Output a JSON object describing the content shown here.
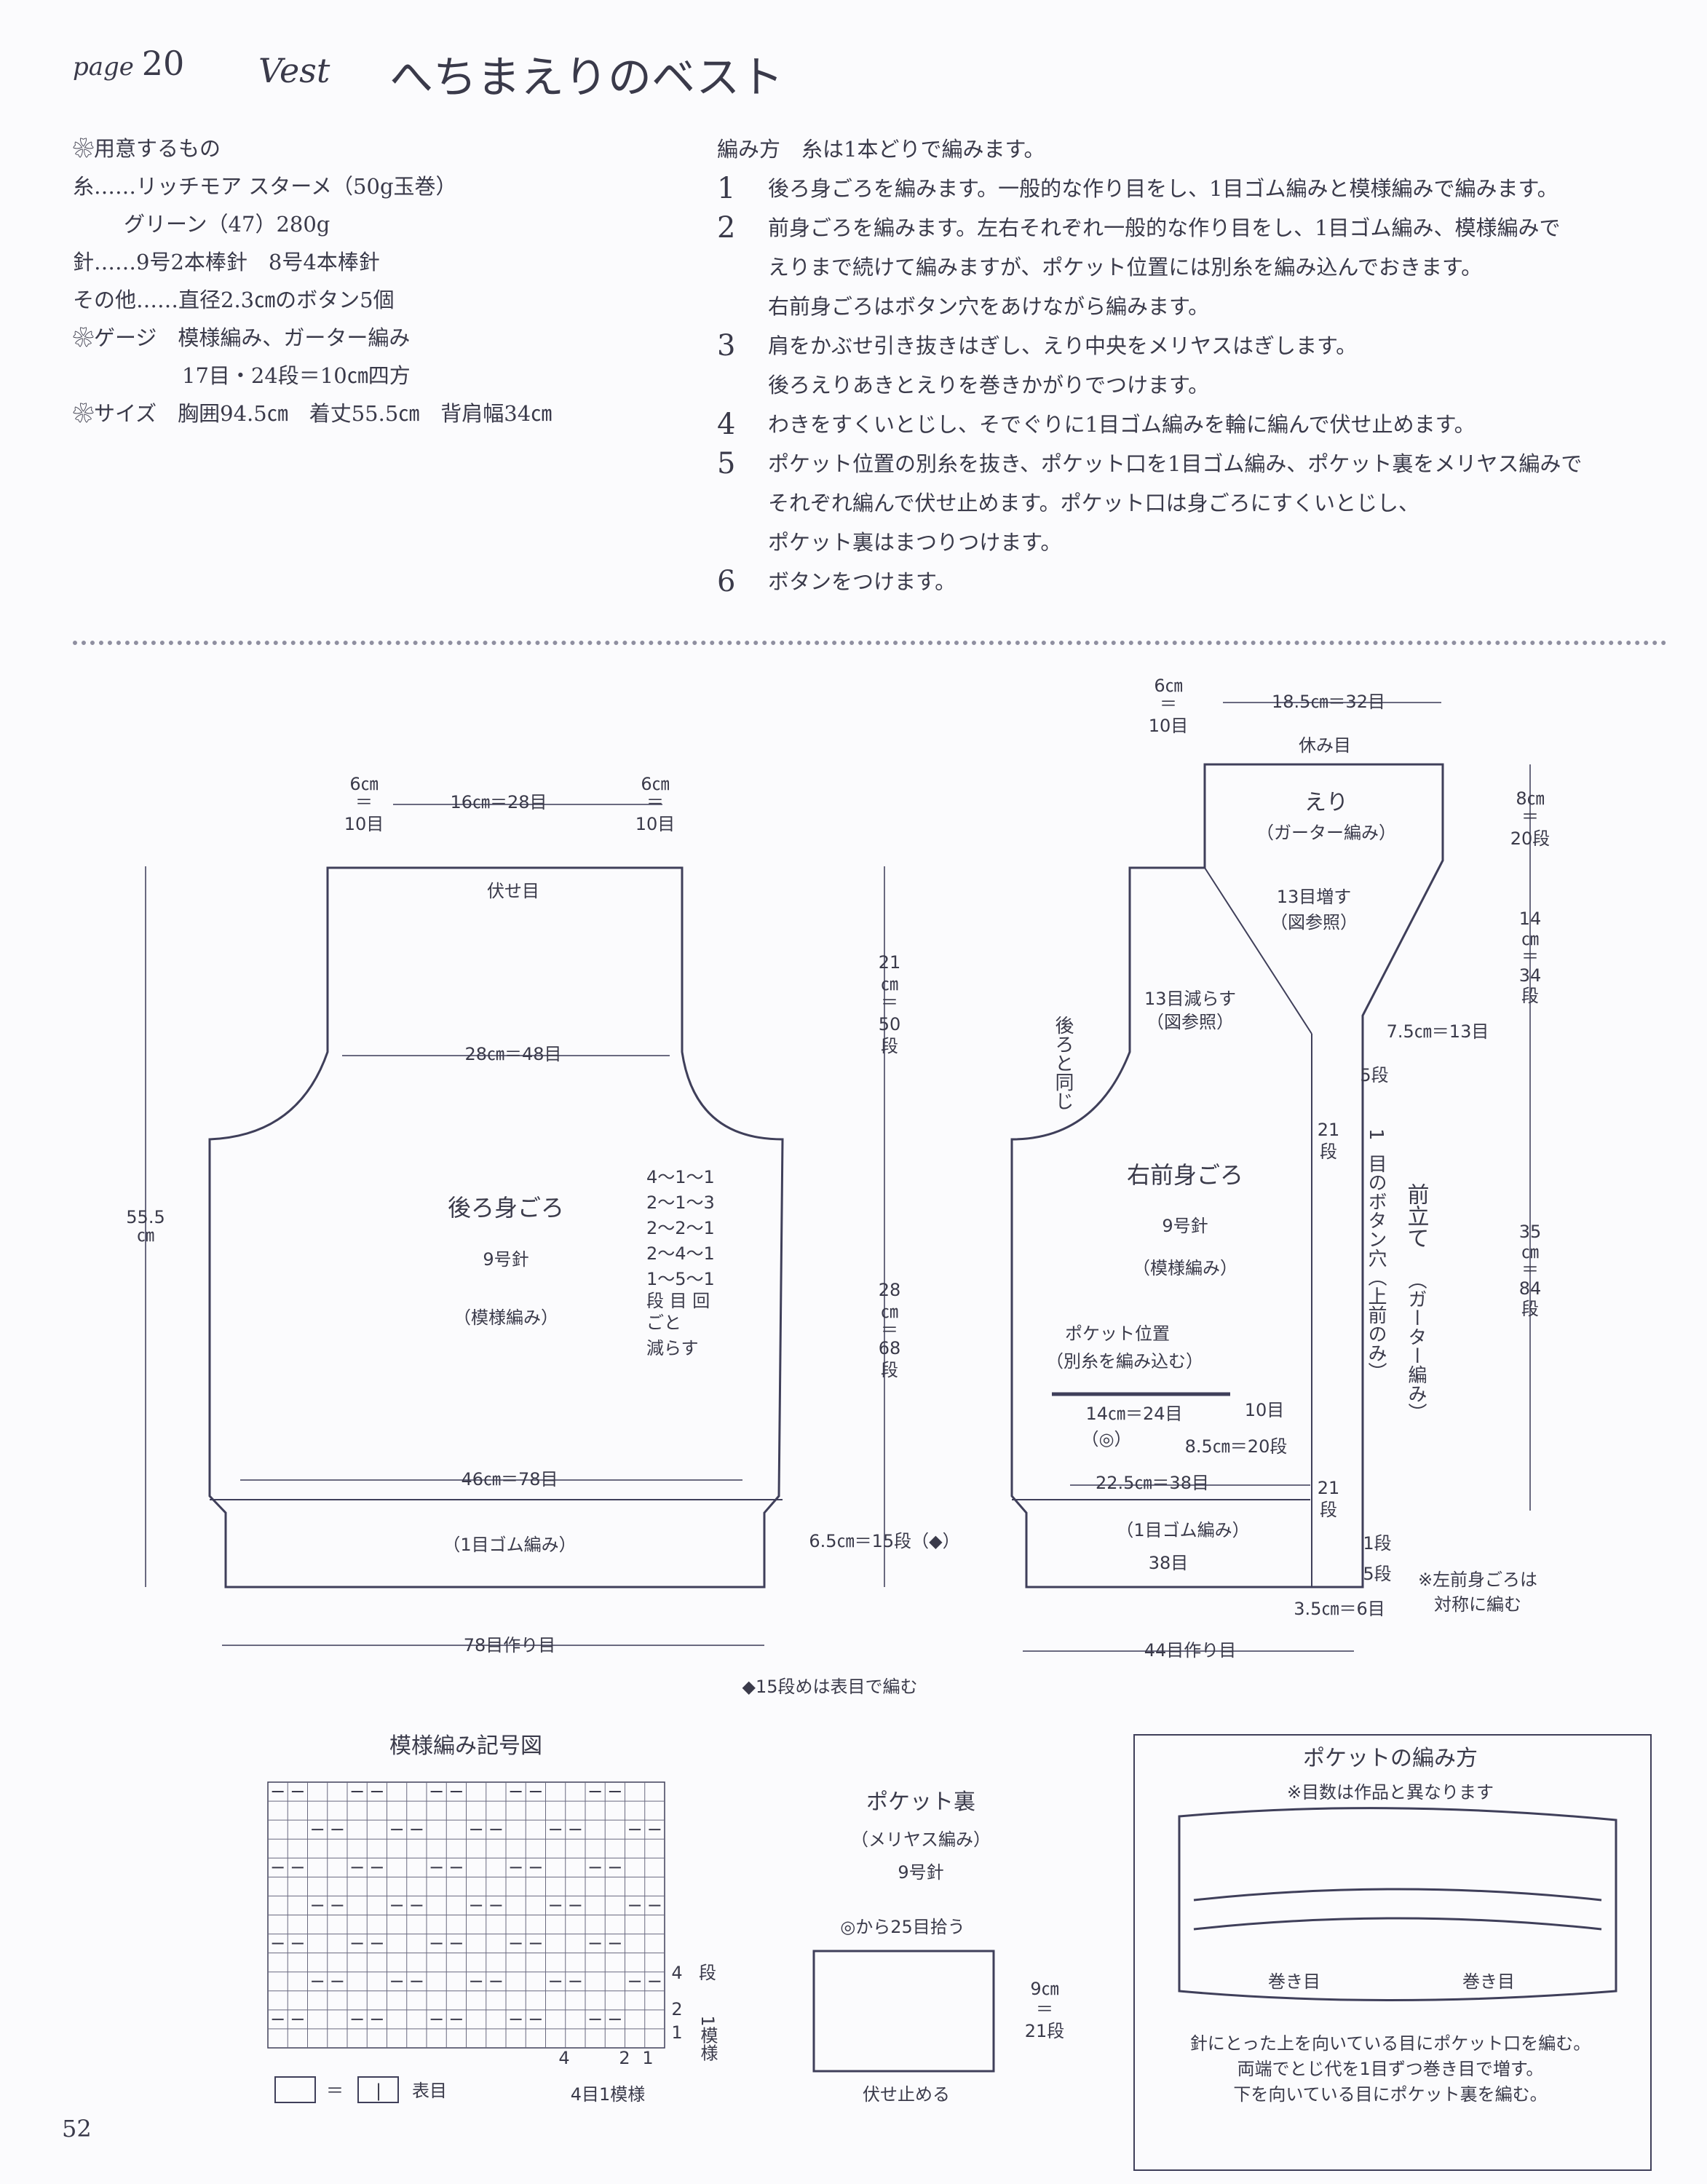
{
  "header": {
    "page_label": "page",
    "page_number": "20",
    "vest_label": "Vest",
    "title": "へちまえりのベスト"
  },
  "materials": {
    "heading": "❀用意するもの",
    "yarn": "糸……リッチモア スターメ（50g玉巻）",
    "yarn_color": "グリーン（47）280g",
    "needles": "針……9号2本棒針　8号4本棒針",
    "other": "その他……直径2.3㎝のボタン5個",
    "gauge_heading": "❀ゲージ　模様編み、ガーター編み",
    "gauge_value": "17目・24段＝10㎝四方",
    "size": "❀サイズ　胸囲94.5㎝　着丈55.5㎝　背肩幅34㎝"
  },
  "instructions": {
    "heading": "編み方　糸は1本どりで編みます。",
    "steps": [
      {
        "num": "1",
        "lines": [
          "後ろ身ごろを編みます。一般的な作り目をし、1目ゴム編みと模様編みで編みます。"
        ]
      },
      {
        "num": "2",
        "lines": [
          "前身ごろを編みます。左右それぞれ一般的な作り目をし、1目ゴム編み、模様編みで",
          "えりまで続けて編みますが、ポケット位置には別糸を編み込んでおきます。",
          "右前身ごろはボタン穴をあけながら編みます。"
        ]
      },
      {
        "num": "3",
        "lines": [
          "肩をかぶせ引き抜きはぎし、えり中央をメリヤスはぎします。",
          "後ろえりあきとえりを巻きかがりでつけます。"
        ]
      },
      {
        "num": "4",
        "lines": [
          "わきをすくいとじし、そでぐりに1目ゴム編みを輪に編んで伏せ止めます。"
        ]
      },
      {
        "num": "5",
        "lines": [
          "ポケット位置の別糸を抜き、ポケット口を1目ゴム編み、ポケット裏をメリヤス編みで",
          "それぞれ編んで伏せ止めます。ポケット口は身ごろにすくいとじし、",
          "ポケット裏はまつりつけます。"
        ]
      },
      {
        "num": "6",
        "lines": [
          "ボタンをつけます。"
        ]
      }
    ]
  },
  "back": {
    "cm6a": "6㎝",
    "eq": "＝",
    "st10a": "10目",
    "top_width": "16㎝＝28目",
    "cm6b": "6㎝",
    "st10b": "10目",
    "bind_off": "伏せ目",
    "width_28": "28㎝＝48目",
    "height_total_a": "55.5",
    "height_total_b": "㎝",
    "name": "後ろ身ごろ",
    "needle": "9号針",
    "pattern": "（模様編み）",
    "dec_lines": [
      "4〜1〜1",
      "2〜1〜3",
      "2〜2〜1",
      "2〜4〜1",
      "1〜5〜1",
      "段 目 回",
      "ごと",
      "減らす"
    ],
    "width_46": "46㎝＝78目",
    "rib": "（1目ゴム編み）",
    "cast_on": "78目作り目",
    "h21": [
      "21",
      "㎝",
      "＝",
      "50",
      "段"
    ],
    "h28": [
      "28",
      "㎝",
      "＝",
      "68",
      "段"
    ],
    "h6": "6.5㎝＝15段（◆）"
  },
  "front": {
    "cm6": "6㎝",
    "st10": "10目",
    "top_width": "18.5㎝＝32目",
    "rest": "休み目",
    "collar": "えり",
    "collar_pat": "（ガーター編み）",
    "inc13": "13目増す",
    "inc13b": "（図参照）",
    "dec13": "13目減らす",
    "dec13b": "（図参照）",
    "same_as_back": "後ろと同じ",
    "w75": "7.5㎝＝13目",
    "r5a": "5段",
    "r21a": [
      "21",
      "段"
    ],
    "hole_lines": [
      "1",
      "目のボタン穴（上前のみ）"
    ],
    "band_lines": [
      "前立て",
      "（ガーター編み）"
    ],
    "name": "右前身ごろ",
    "needle": "9号針",
    "pattern": "（模様編み）",
    "pocket_pos": "ポケット位置",
    "pocket_pos2": "（別糸を編み込む）",
    "st10b": "10目",
    "w14": "14㎝＝24目",
    "circ": "（◎）",
    "w85": "8.5㎝＝20段",
    "w225": "22.5㎝＝38目",
    "r21b": [
      "21",
      "段"
    ],
    "rib": "（1目ゴム編み）",
    "st38": "38目",
    "r1": "1段",
    "r5b": "5段",
    "w35": "3.5㎝＝6目",
    "cast_on": "44目作り目",
    "h8": [
      "8㎝",
      "＝",
      "20段"
    ],
    "h14": [
      "14",
      "㎝",
      "＝",
      "34",
      "段"
    ],
    "h35": [
      "35",
      "㎝",
      "＝",
      "84",
      "段"
    ],
    "note1": "※左前身ごろは",
    "note2": "対称に編む"
  },
  "note15": "◆15段めは表目で編む",
  "chart": {
    "title": "模様編み記号図",
    "row4": "4",
    "row4b": "段",
    "row2": "2",
    "row1": "1",
    "rep_v": "1模様",
    "col4": "4",
    "col2": "2",
    "col1": "1",
    "rep_h": "4目1模様",
    "legend_eq": "＝",
    "legend_sym": "|",
    "legend_label": "表目"
  },
  "pocket_back": {
    "title": "ポケット裏",
    "pattern": "（メリヤス編み）",
    "needle": "9号針",
    "pickup": "◎から25目拾う",
    "h9": [
      "9㎝",
      "＝",
      "21段"
    ],
    "bind": "伏せ止める"
  },
  "howto": {
    "title": "ポケットの編み方",
    "note": "※目数は作品と異なります",
    "wind1": "巻き目",
    "wind2": "巻き目",
    "lines": [
      "針にとった上を向いている目にポケット口を編む。",
      "両端でとじ代を1目ずつ巻き目で増す。",
      "下を向いている目にポケット裏を編む。"
    ]
  },
  "page_number": "52"
}
